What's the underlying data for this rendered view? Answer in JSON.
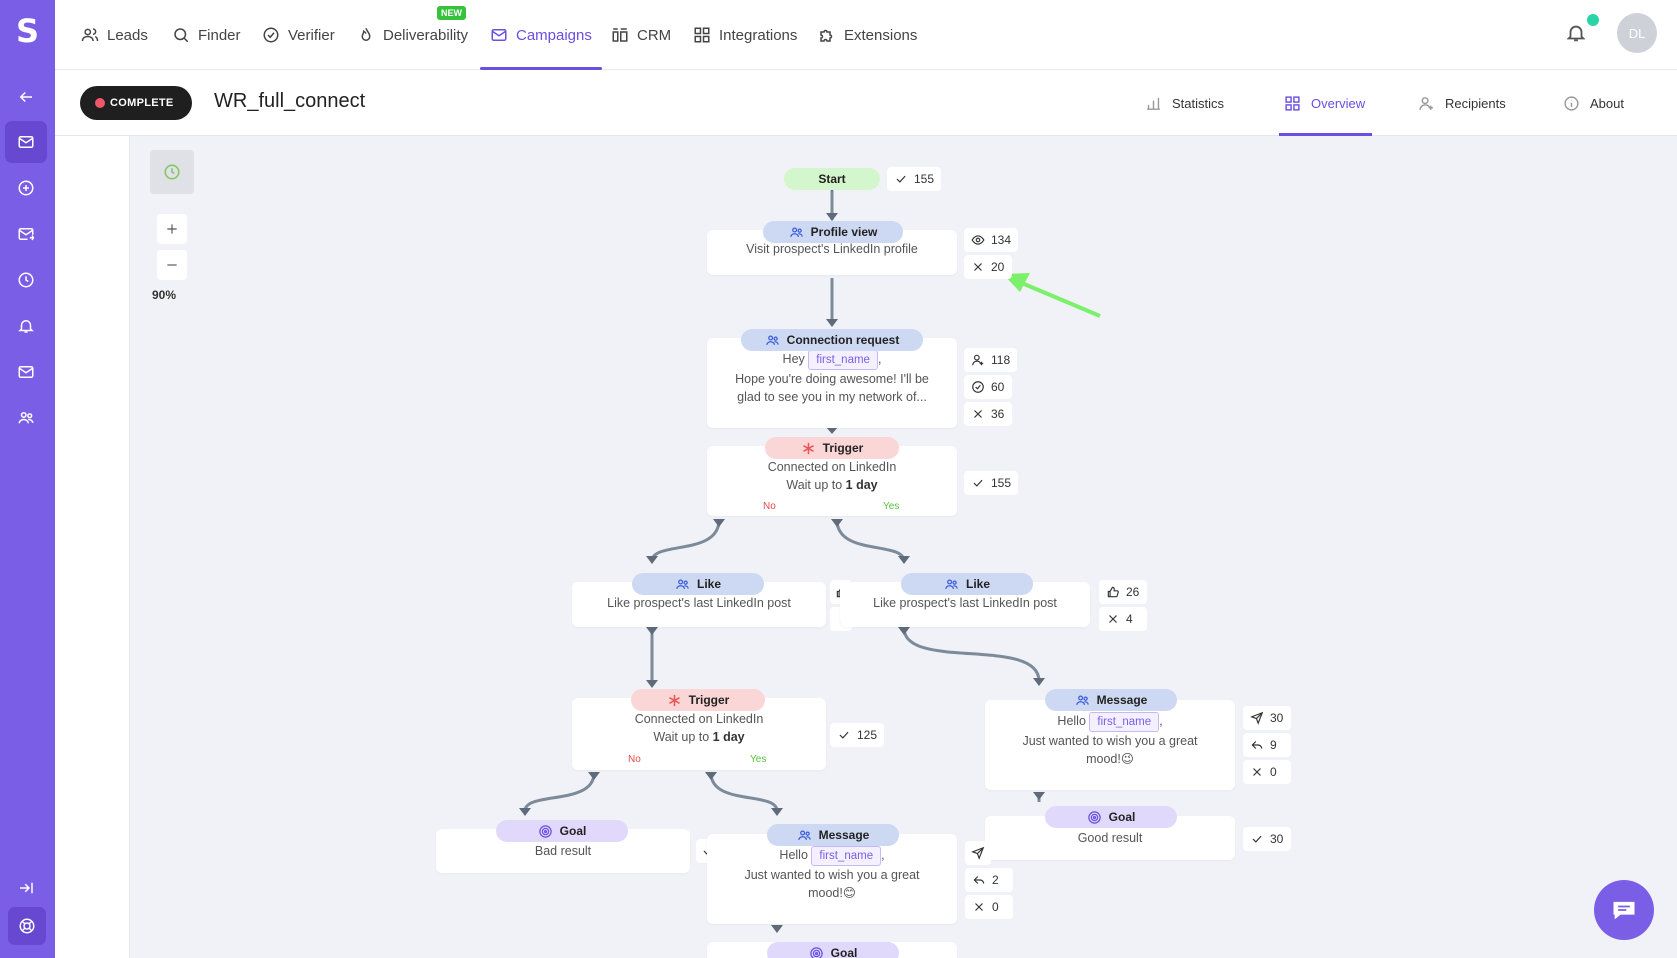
{
  "app": {
    "logo": "S"
  },
  "nav": {
    "items": [
      {
        "label": "Leads",
        "icon": "users-icon"
      },
      {
        "label": "Finder",
        "icon": "search-icon"
      },
      {
        "label": "Verifier",
        "icon": "check-circle-icon"
      },
      {
        "label": "Deliverability",
        "icon": "flame-icon",
        "badge": "NEW"
      },
      {
        "label": "Campaigns",
        "icon": "mail-icon",
        "active": true
      },
      {
        "label": "CRM",
        "icon": "crm-icon"
      },
      {
        "label": "Integrations",
        "icon": "grid-icon"
      },
      {
        "label": "Extensions",
        "icon": "puzzle-icon"
      }
    ],
    "avatar": "DL"
  },
  "campaign": {
    "status": "COMPLETE",
    "name": "WR_full_connect",
    "tabs": [
      {
        "label": "Statistics"
      },
      {
        "label": "Overview",
        "active": true
      },
      {
        "label": "Recipients"
      },
      {
        "label": "About"
      }
    ]
  },
  "canvas": {
    "zoom": "90%"
  },
  "flow": {
    "start": {
      "label": "Start",
      "stat": "155"
    },
    "profile_view": {
      "label": "Profile view",
      "text": "Visit prospect's LinkedIn profile",
      "viewed": "134",
      "failed": "20"
    },
    "connection": {
      "label": "Connection request",
      "greeting": "Hey",
      "variable": "first_name",
      "suffix": ",",
      "line2": "Hope you're doing awesome! I'll be",
      "line3": "glad to see you in my network of...",
      "sent": "118",
      "accepted": "60",
      "failed": "36"
    },
    "trigger1": {
      "label": "Trigger",
      "line1": "Connected on LinkedIn",
      "wait_prefix": "Wait up to",
      "wait_value": "1 day",
      "no": "No",
      "yes": "Yes",
      "stat": "155"
    },
    "like_left": {
      "label": "Like",
      "text": "Like prospect's last LinkedIn post"
    },
    "like_right": {
      "label": "Like",
      "text": "Like prospect's last LinkedIn post",
      "liked": "26",
      "failed": "4"
    },
    "trigger2": {
      "label": "Trigger",
      "line1": "Connected on LinkedIn",
      "wait_prefix": "Wait up to",
      "wait_value": "1 day",
      "no": "No",
      "yes": "Yes",
      "stat": "125"
    },
    "message_right": {
      "label": "Message",
      "greeting": "Hello",
      "variable": "first_name",
      "suffix": ",",
      "line2": "Just wanted to wish you a great",
      "line3": "mood!😉",
      "sent": "30",
      "replied": "9",
      "failed": "0"
    },
    "goal_good": {
      "label": "Goal",
      "text": "Good result",
      "stat": "30"
    },
    "goal_bad": {
      "label": "Goal",
      "text": "Bad result"
    },
    "message_center": {
      "label": "Message",
      "greeting": "Hello",
      "variable": "first_name",
      "suffix": ",",
      "line2": "Just wanted to wish you a great",
      "line3": "mood!😊",
      "replied": "2",
      "failed": "0"
    },
    "goal_bottom": {
      "label": "Goal"
    }
  },
  "colors": {
    "accent": "#6a4fe0",
    "sidebar": "#7b5ee6",
    "arrow_annotation": "#7cf06a"
  }
}
